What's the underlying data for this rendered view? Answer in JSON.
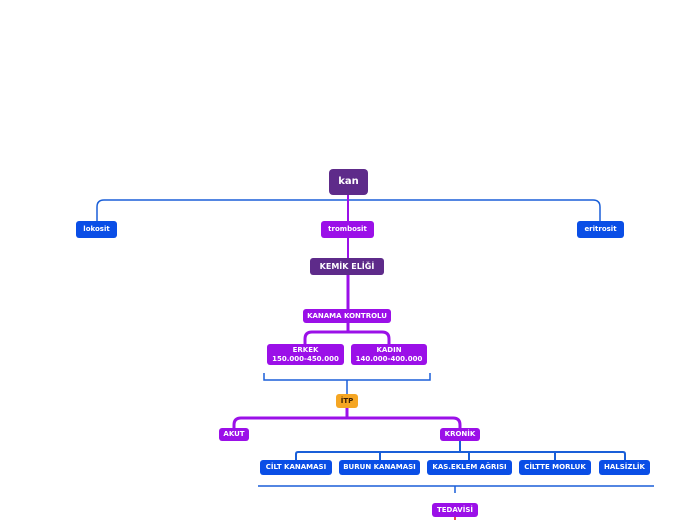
{
  "root": {
    "label": "kan"
  },
  "level1": [
    {
      "label": "lokosit"
    },
    {
      "label": "trombosit"
    },
    {
      "label": "eritrosit"
    }
  ],
  "bone_marrow": {
    "label": "KEMİK ELİĞİ"
  },
  "bleeding_control": {
    "label": "KANAMA KONTROLU"
  },
  "normal_values": [
    {
      "label": "ERKEK",
      "value": "150.000-450.000"
    },
    {
      "label": "KADIN",
      "value": "140.000-400.000"
    }
  ],
  "itp": {
    "label": "İTP"
  },
  "itp_types": [
    {
      "label": "AKUT"
    },
    {
      "label": "KRONİK"
    }
  ],
  "symptoms": [
    {
      "label": "CİLT KANAMASI"
    },
    {
      "label": "BURUN KANAMASI"
    },
    {
      "label": "KAS.EKLEM AĞRISI"
    },
    {
      "label": "CİLTTE MORLUK"
    },
    {
      "label": "HALSİZLİK"
    }
  ],
  "treatment": {
    "label": "TEDAVİSİ"
  },
  "colors": {
    "root": "#5e2b8a",
    "purple": "#9b10e8",
    "blue": "#0a4ee6",
    "orange": "#f5a623",
    "link_blue": "#1a5fd8",
    "link_purple": "#9b10e8"
  }
}
